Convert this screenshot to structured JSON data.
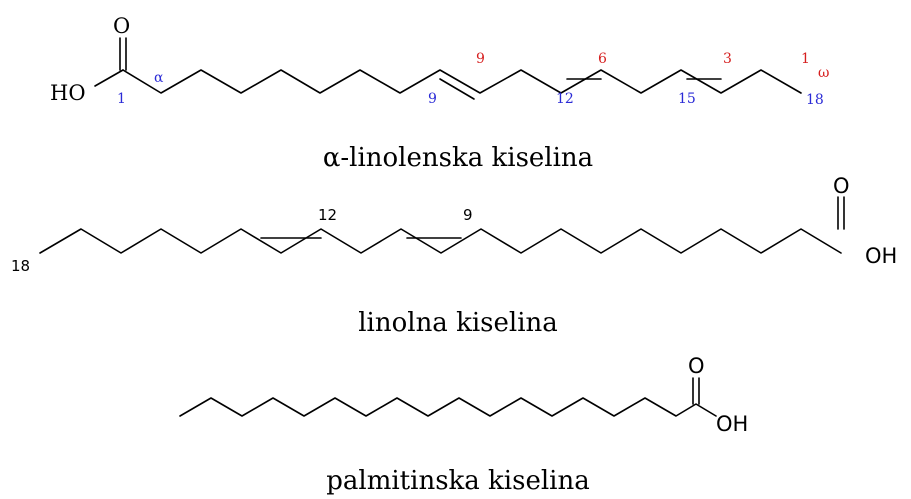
{
  "molecules": [
    {
      "name": "α-linolenska  kiselina",
      "hydroxyl": "HO",
      "oxygen": "O",
      "labels_blue": [
        "1",
        "α",
        "9",
        "12",
        "15",
        "18"
      ],
      "labels_red": [
        "9",
        "6",
        "3",
        "1",
        "ω"
      ],
      "colors": {
        "blue": "#2b2bd6",
        "red": "#d61f1f"
      }
    },
    {
      "name": "linolna kiselina",
      "hydroxyl": "OH",
      "oxygen": "O",
      "labels": [
        "18",
        "12",
        "9"
      ]
    },
    {
      "name": "palmitinska kiselina",
      "hydroxyl": "OH",
      "oxygen": "O"
    }
  ]
}
